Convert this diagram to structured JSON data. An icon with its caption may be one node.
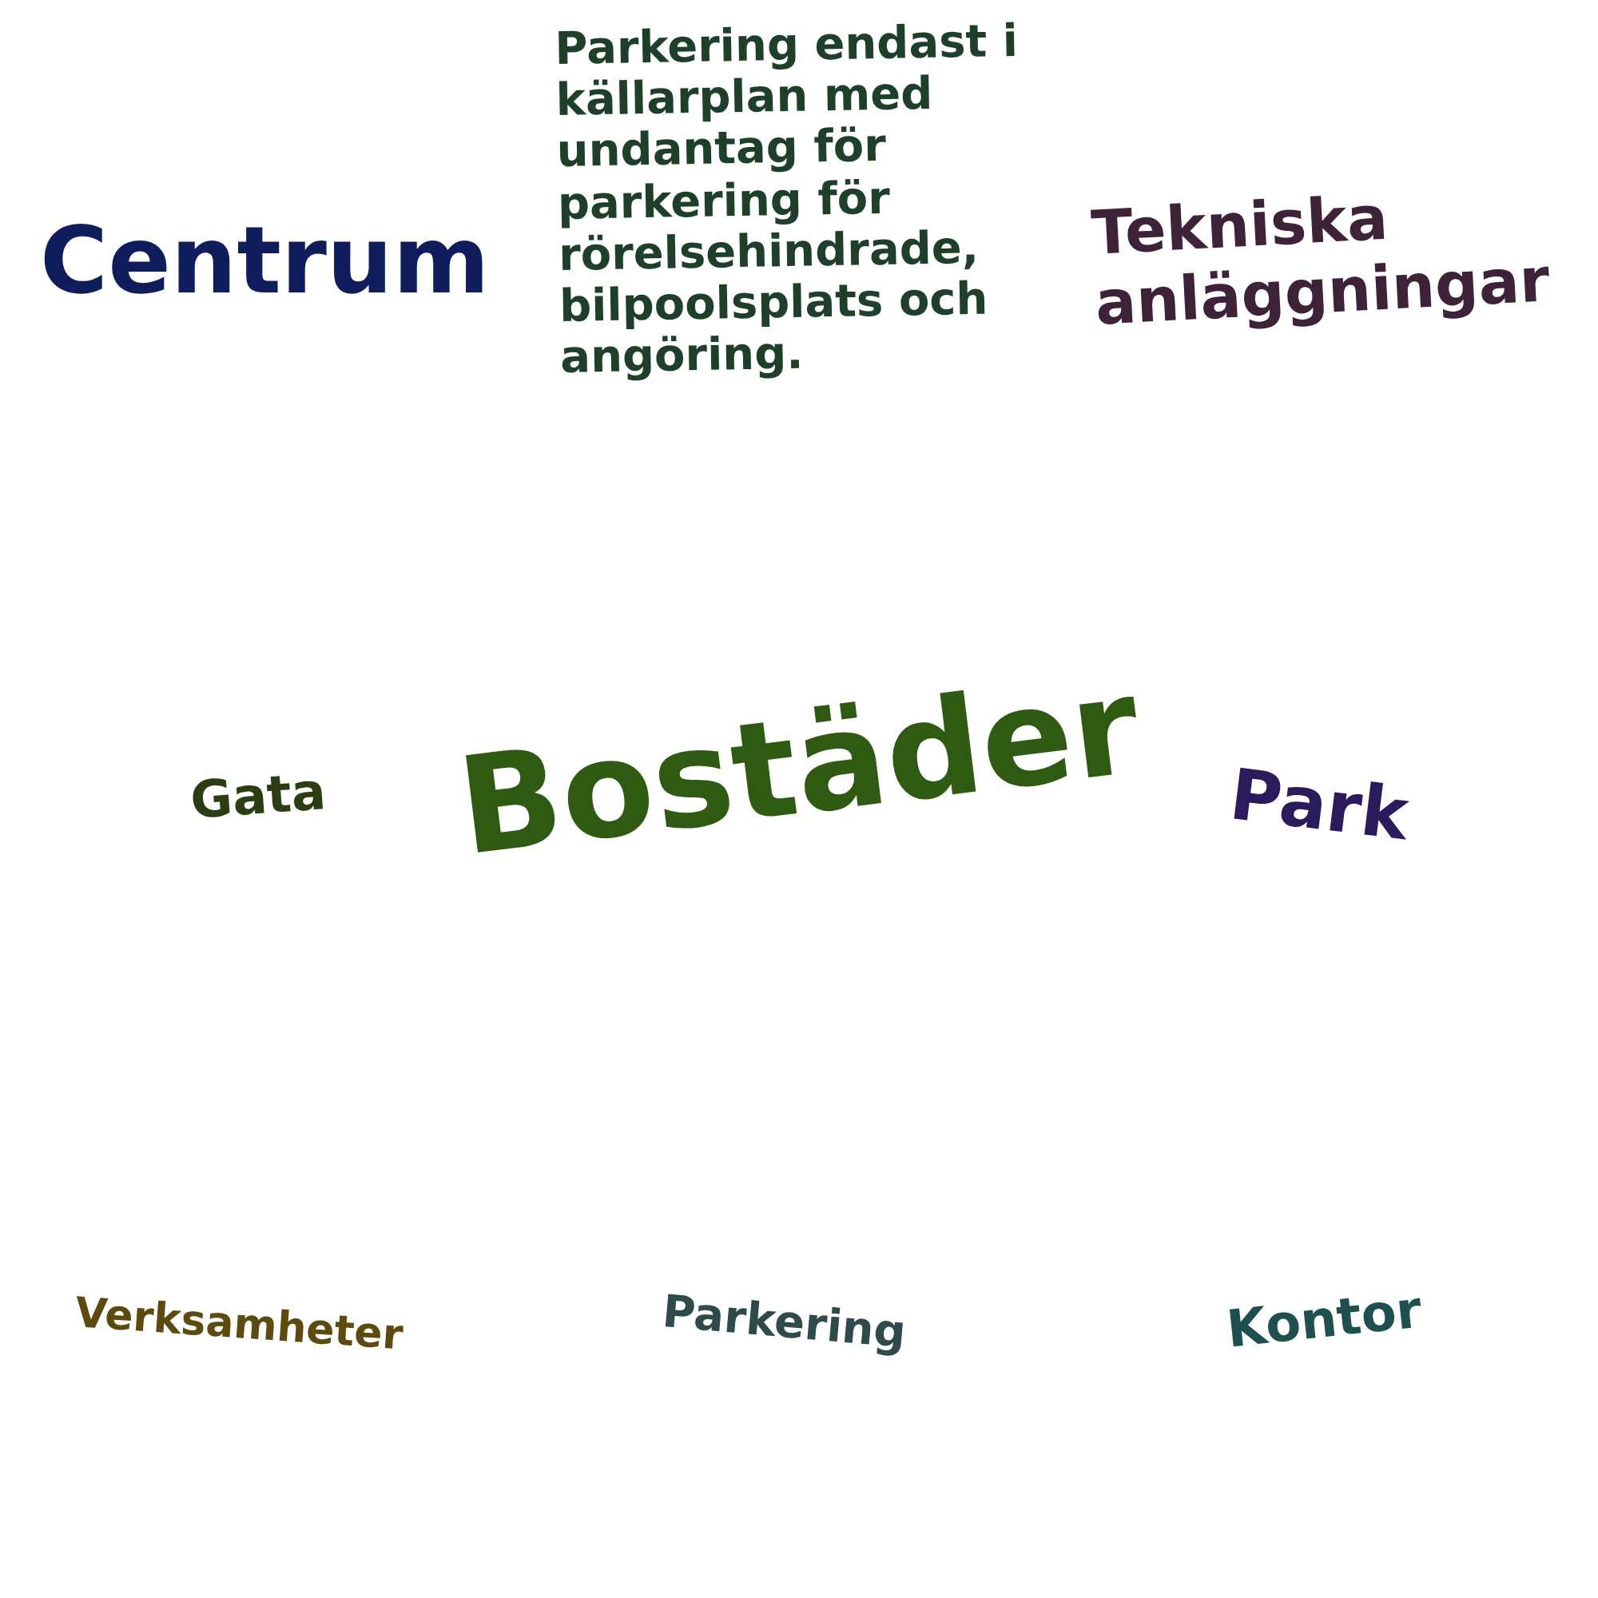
{
  "diagram": {
    "labels": [
      "Centrum",
      "Parkering endast i källarplan med undantag för parkering för rörelsehindrade, bilpoolsplats och angöring.",
      "Tekniska anläggningar",
      "Gata",
      "Bostäder",
      "Park",
      "Verksamheter",
      "Parkering",
      "Kontor"
    ]
  }
}
